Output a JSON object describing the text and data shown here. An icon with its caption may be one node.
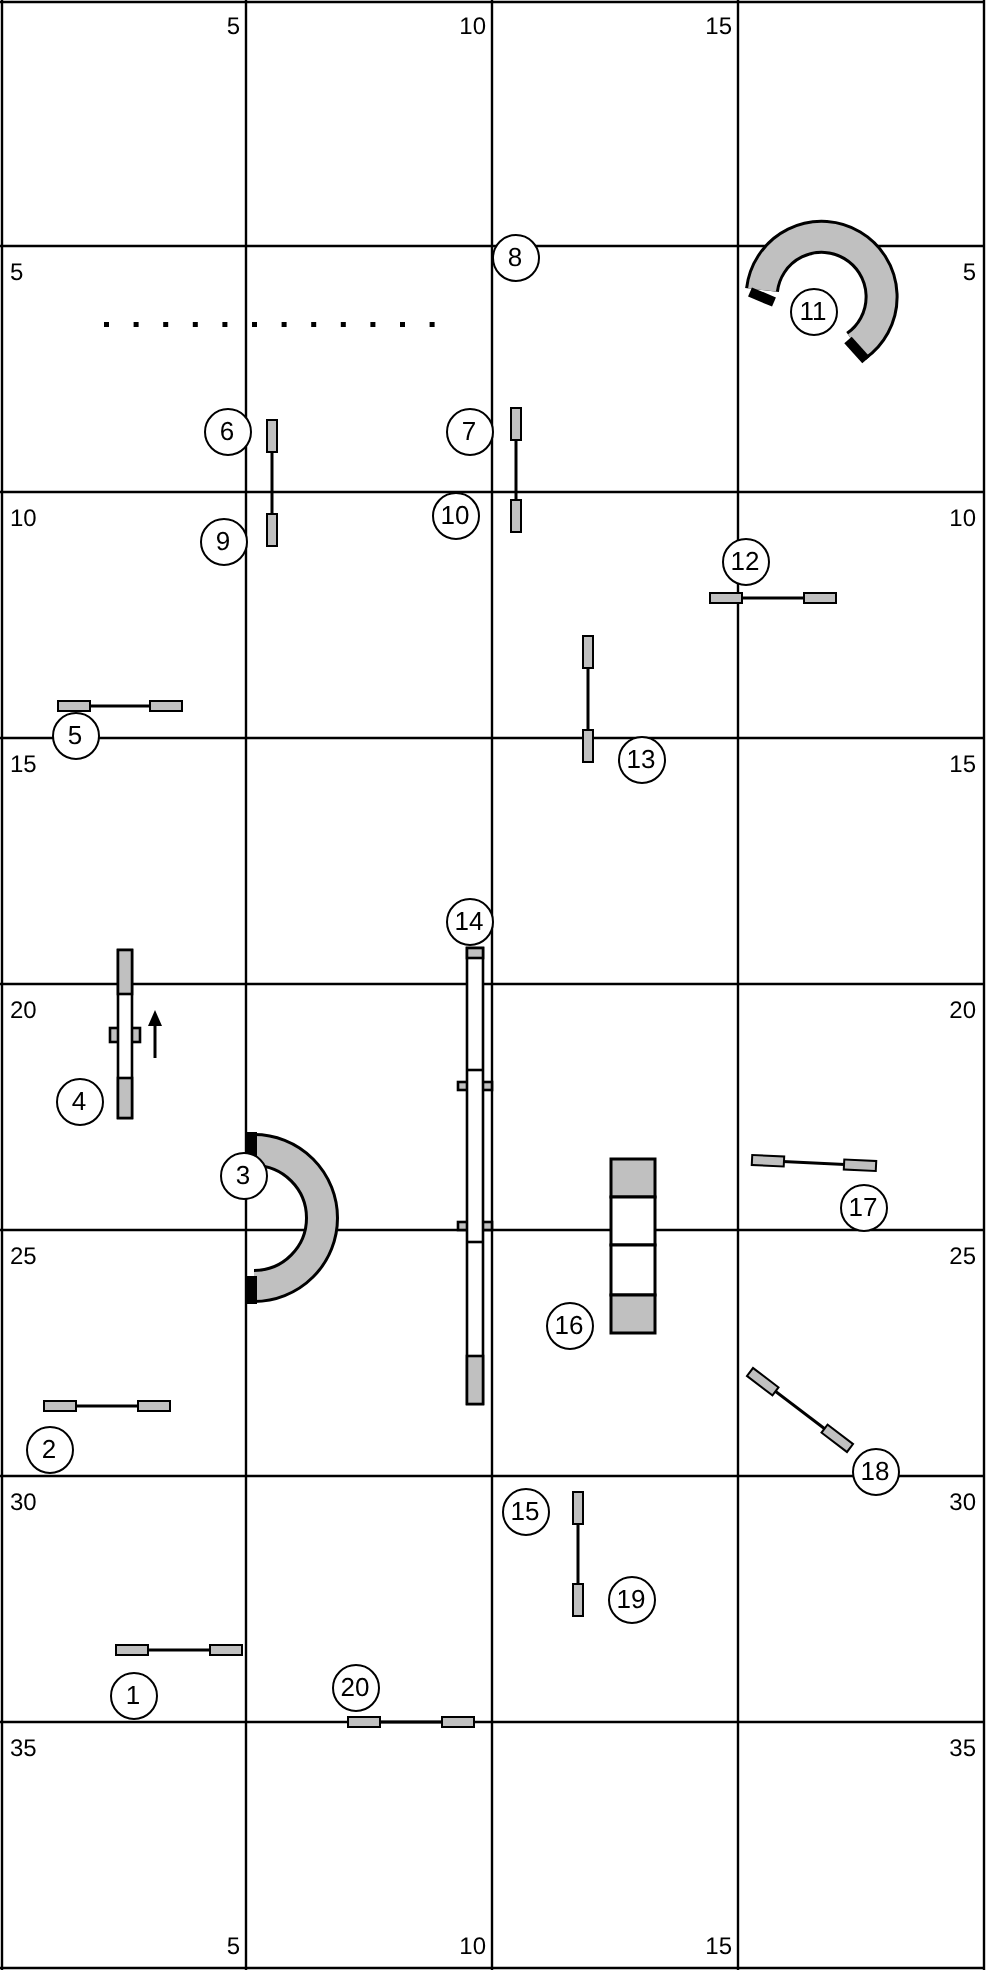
{
  "diagram": {
    "nodes": [
      {
        "text": [
          "1"
        ]
      },
      {
        "text": [
          "2"
        ]
      },
      {
        "text": [
          "3"
        ]
      },
      {
        "text": [
          "4"
        ]
      },
      {
        "text": [
          "5"
        ]
      },
      {
        "text": [
          "6"
        ]
      },
      {
        "text": [
          "7"
        ]
      },
      {
        "text": [
          "8"
        ]
      },
      {
        "text": [
          "9"
        ]
      },
      {
        "text": [
          "10"
        ]
      },
      {
        "text": [
          "11"
        ]
      },
      {
        "text": [
          "12"
        ]
      },
      {
        "text": [
          "13"
        ]
      },
      {
        "text": [
          "14"
        ]
      },
      {
        "text": [
          "15"
        ]
      },
      {
        "text": [
          "16"
        ]
      },
      {
        "text": [
          "17"
        ]
      },
      {
        "text": [
          "18"
        ]
      },
      {
        "text": [
          "19"
        ]
      },
      {
        "text": [
          "20"
        ]
      }
    ],
    "labels": [
      "5",
      "10",
      "15",
      "5",
      "5",
      "10",
      "10",
      "15",
      "15",
      "20",
      "20",
      "25",
      "25",
      "30",
      "30",
      "35",
      "35",
      "5",
      "10",
      "15"
    ]
  }
}
